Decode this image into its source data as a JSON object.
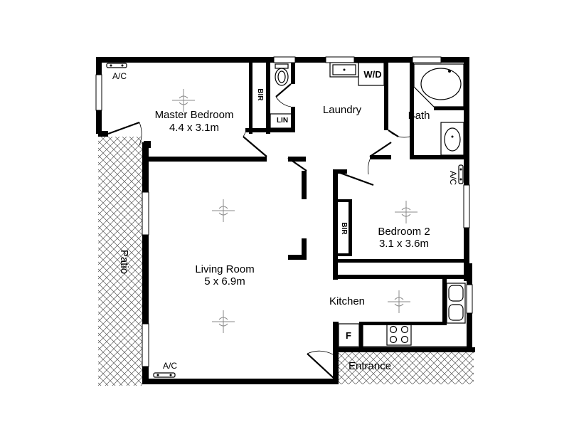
{
  "rooms": {
    "master_bedroom": {
      "name": "Master Bedroom",
      "size": "4.4 x 3.1m"
    },
    "laundry": {
      "name": "Laundry"
    },
    "bath": {
      "name": "Bath"
    },
    "bedroom2": {
      "name": "Bedroom 2",
      "size": "3.1 x 3.6m"
    },
    "living_room": {
      "name": "Living Room",
      "size": "5 x 6.9m"
    },
    "kitchen": {
      "name": "Kitchen"
    },
    "patio": {
      "name": "Patio"
    },
    "entrance": {
      "name": "Entrance"
    }
  },
  "fixtures": {
    "ac_master": "A/C",
    "ac_bed2": "A/C",
    "ac_living": "A/C",
    "bir_master": "BIR",
    "bir_bed2": "BIR",
    "lin": "LIN",
    "wd": "W/D",
    "fridge": "F"
  },
  "icons": [
    "ceiling-light-icon",
    "toilet-icon",
    "bathtub-icon",
    "basin-icon",
    "sink-icon",
    "stove-icon",
    "ac-unit-icon"
  ]
}
